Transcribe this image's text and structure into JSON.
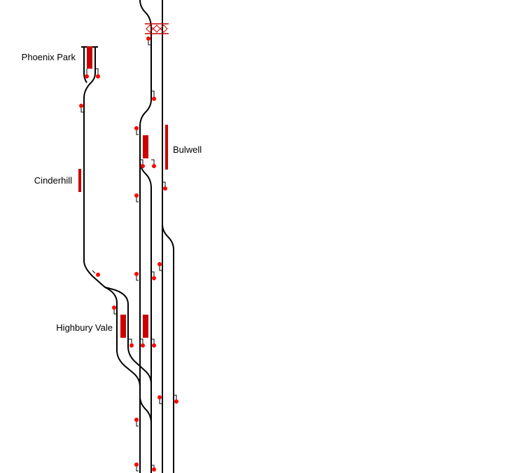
{
  "stations": {
    "phoenix_park": "Phoenix Park",
    "cinderhill": "Cinderhill",
    "bulwell": "Bulwell",
    "highbury_vale": "Highbury Vale"
  },
  "colors": {
    "track": "#000000",
    "platform": "#cc0000",
    "signal": "#ff0000",
    "level_crossing": "#cc0000",
    "background": "#ffffff"
  },
  "icons": {
    "signal": "red-dot-signal",
    "platform": "red-bar-platform",
    "crossing": "level-crossing-barrier"
  }
}
